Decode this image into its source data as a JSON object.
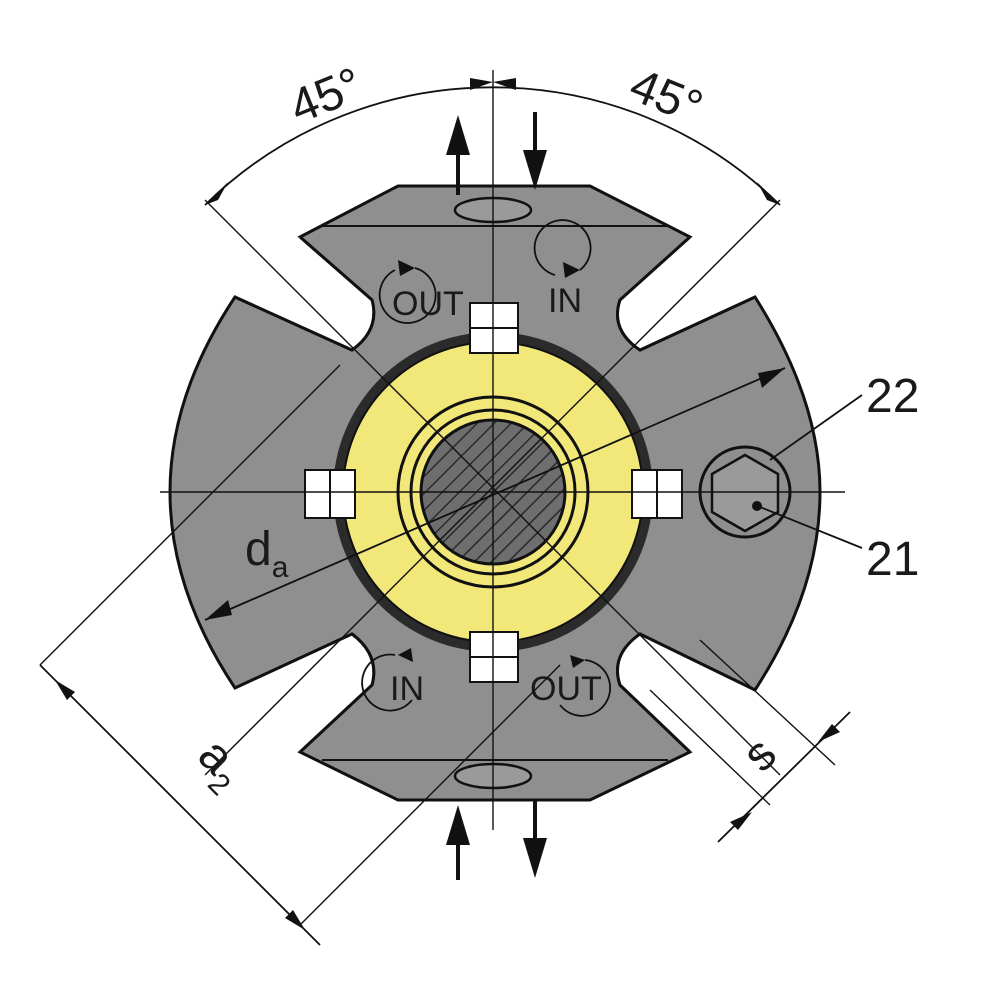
{
  "dimensions": {
    "angle_left": "45°",
    "angle_right": "45°",
    "d_main": "d",
    "d_sub": "a",
    "a_main": "a",
    "a_sub": "2",
    "s": "s"
  },
  "callouts": {
    "c22": "22",
    "c21": "21"
  },
  "flow_labels": {
    "top_left": "OUT",
    "top_right": "IN",
    "bottom_left": "IN",
    "bottom_right": "OUT"
  },
  "colors": {
    "body": "#8f8f8f",
    "ring": "#f2e87a",
    "line": "#111111"
  }
}
